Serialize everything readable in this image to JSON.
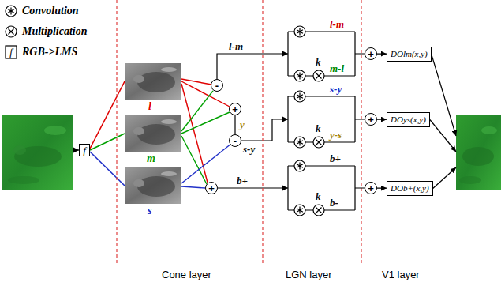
{
  "diagram": {
    "nodes": [
      {
        "text": [
          "f"
        ]
      },
      {
        "text": [
          "-"
        ]
      },
      {
        "text": [
          "+"
        ]
      },
      {
        "text": [
          "-"
        ]
      },
      {
        "text": [
          "+"
        ]
      },
      {
        "text": [
          "+"
        ]
      },
      {
        "text": [
          "DOlm(x,y)"
        ]
      },
      {
        "text": [
          "+"
        ]
      },
      {
        "text": [
          "DOys(x,y)"
        ]
      },
      {
        "text": [
          "+"
        ]
      },
      {
        "text": [
          "DOb+(x,y)"
        ]
      }
    ],
    "edges": [
      {
        "from": 2,
        "to": 3,
        "arrow": "none"
      },
      {
        "from": 5,
        "to": 6,
        "arrow": "to"
      },
      {
        "from": 7,
        "to": 8,
        "arrow": "to"
      },
      {
        "from": 9,
        "to": 10,
        "arrow": "to"
      }
    ],
    "labels": [
      "f",
      "l",
      "m",
      "s",
      "l-m",
      "y",
      "s-y",
      "b+",
      "l-m",
      "m-l",
      "k",
      "s-y",
      "y-s",
      "k",
      "b+",
      "b-",
      "k",
      "Cone layer",
      "LGN layer",
      "V1 layer"
    ],
    "legend": [
      {
        "text": "Convolution"
      },
      {
        "text": "Multiplication"
      },
      {
        "text": "RGB->LMS"
      }
    ]
  }
}
